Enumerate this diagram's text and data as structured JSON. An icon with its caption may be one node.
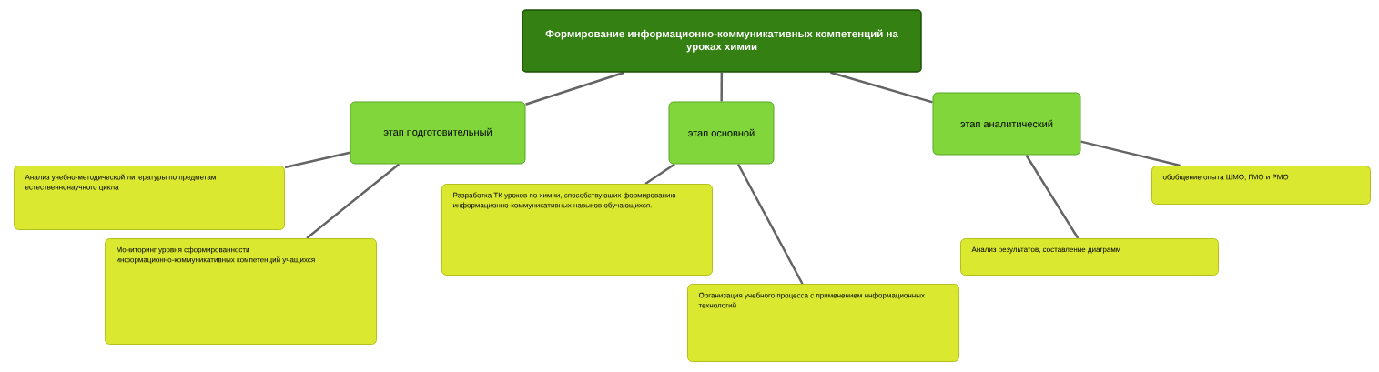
{
  "diagram": {
    "nodes": [
      {
        "text": [
          "Формирование информационно-коммуникативных компетенций на уроках химии"
        ]
      },
      {
        "text": [
          "этап подготовительный"
        ]
      },
      {
        "text": [
          "этап основной"
        ]
      },
      {
        "text": [
          "этап аналитический"
        ]
      },
      {
        "text": [
          "Анализ учебно-методической литературы по предметам естественнонаучного цикла"
        ]
      },
      {
        "text": [
          "Мониторинг уровня сформированности информационно-коммуникативных компетенций учащихся"
        ]
      },
      {
        "text": [
          "Разработка ТК уроков по химии, способствующих формированию информационно-коммуникативных навыков обучающихся."
        ]
      },
      {
        "text": [
          "Организация учебного процесса с применением информационных технологий"
        ]
      },
      {
        "text": [
          "Анализ результатов, составление диаграмм"
        ]
      },
      {
        "text": [
          "обобщение опыта ШМО, ГМО и РМО"
        ]
      }
    ],
    "edges": [
      {
        "from": 0,
        "to": 1,
        "arrow": "none"
      },
      {
        "from": 0,
        "to": 2,
        "arrow": "none"
      },
      {
        "from": 0,
        "to": 3,
        "arrow": "none"
      },
      {
        "from": 1,
        "to": 4,
        "arrow": "none"
      },
      {
        "from": 1,
        "to": 5,
        "arrow": "none"
      },
      {
        "from": 2,
        "to": 6,
        "arrow": "none"
      },
      {
        "from": 2,
        "to": 7,
        "arrow": "none"
      },
      {
        "from": 3,
        "to": 8,
        "arrow": "none"
      },
      {
        "from": 3,
        "to": 9,
        "arrow": "none"
      }
    ]
  }
}
